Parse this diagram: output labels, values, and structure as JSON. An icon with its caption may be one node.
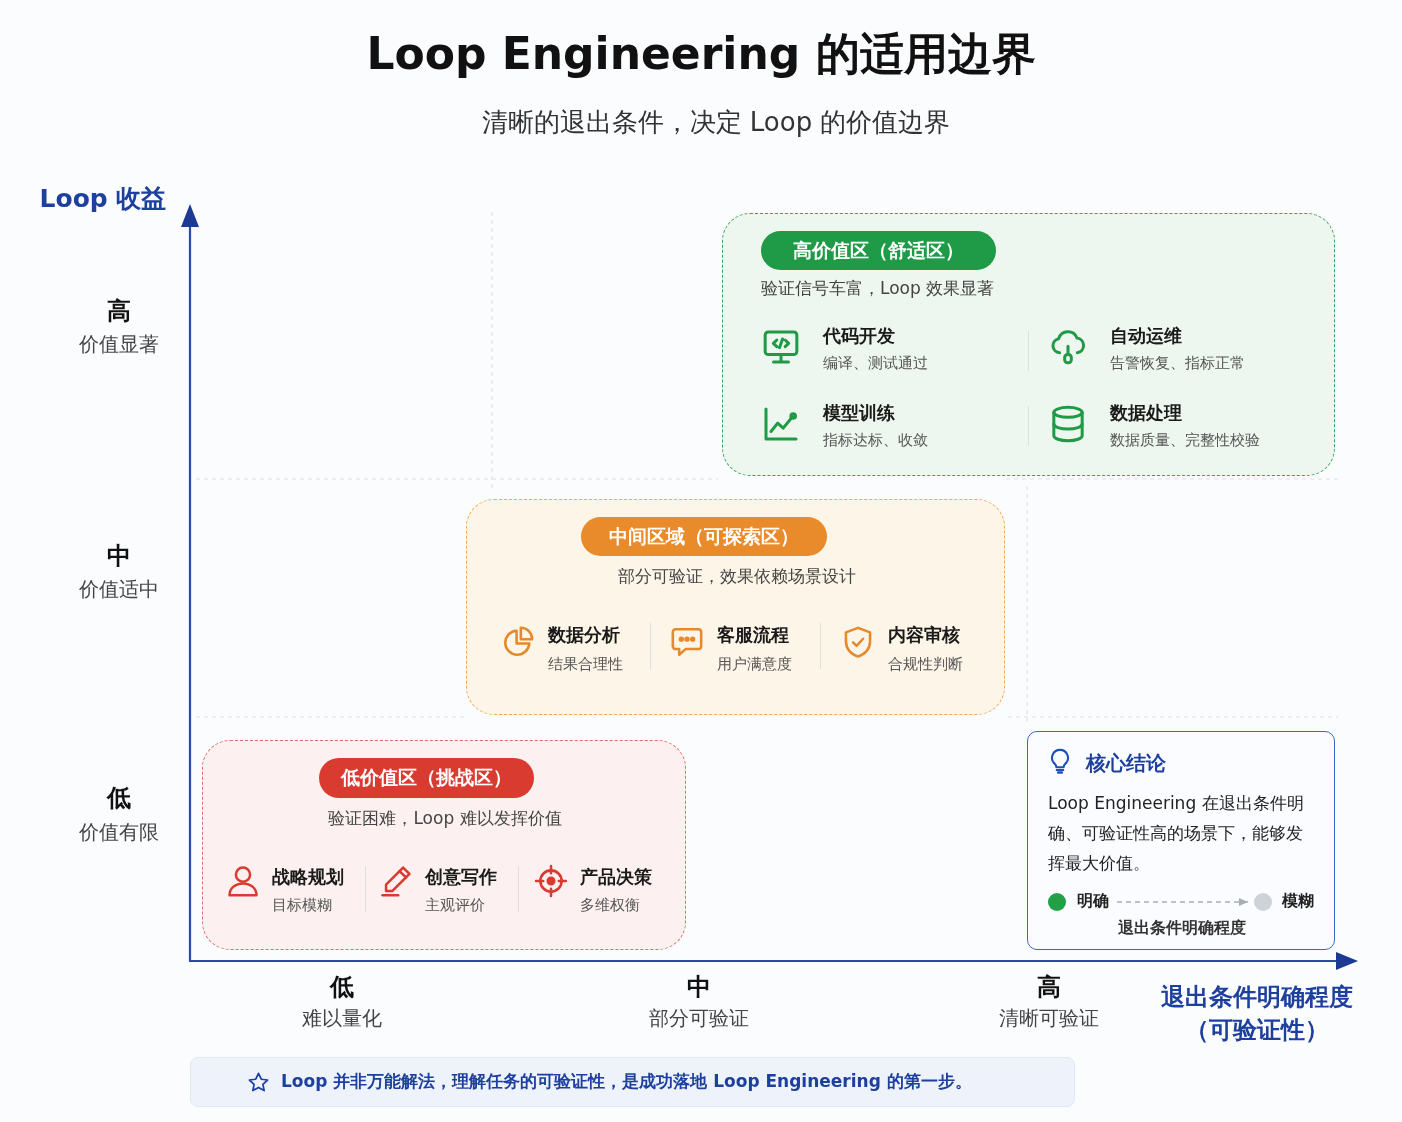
{
  "diagram": {
    "title": "Loop Engineering 的适用边界",
    "nodes": [
      {
        "text": [
          "验证信号车富，Loop 效果显著",
          "代码开发",
          "编译、测试通过",
          "自动运维",
          "告警恢复、指标正常",
          "模型训练",
          "指标达标、收敛",
          "数据处理",
          "数据质量、完整性校验"
        ]
      },
      {
        "text": [
          "高价值区（舒适区）"
        ],
        "in": 0
      },
      {
        "text": [
          "部分可验证，效果依赖场景设计",
          "数据分析",
          "结果合理性",
          "客服流程",
          "用户满意度",
          "内容审核",
          "合规性判断"
        ]
      },
      {
        "text": [
          "中间区域（可探索区）"
        ],
        "in": 2
      },
      {
        "text": [
          "验证困难，Loop 难以发挥价值",
          "战略规划",
          "目标模糊",
          "创意写作",
          "主观评价",
          "产品决策",
          "多维权衡"
        ]
      },
      {
        "text": [
          "低价值区（挑战区）"
        ],
        "in": 4
      },
      {
        "text": [
          "核心结论",
          "Loop Engineering 在退出条件明确、可验证性高的场景下，能够发挥最大价值。",
          "退出条件明确程度"
        ]
      },
      {
        "text": [
          "明确"
        ],
        "in": 6
      },
      {
        "text": [],
        "shape": "circle",
        "beside": [
          "模糊"
        ],
        "in": 6
      },
      {
        "text": [
          "Loop 并非万能解法，理解任务的可验证性，是成功落地 Loop Engineering 的第一步。"
        ]
      }
    ],
    "edges": [
      {
        "from": 7,
        "to": 8,
        "arrow": "to",
        "style": "dashed"
      }
    ],
    "labels": [
      "清晰的退出条件，决定 Loop 的价值边界",
      "Loop 收益",
      "高",
      "价值显著",
      "中",
      "价值适中",
      "低",
      "价值有限",
      "低",
      "难以量化",
      "中",
      "部分可验证",
      "高",
      "清晰可验证",
      "退出条件明确程度（可验证性）"
    ]
  }
}
